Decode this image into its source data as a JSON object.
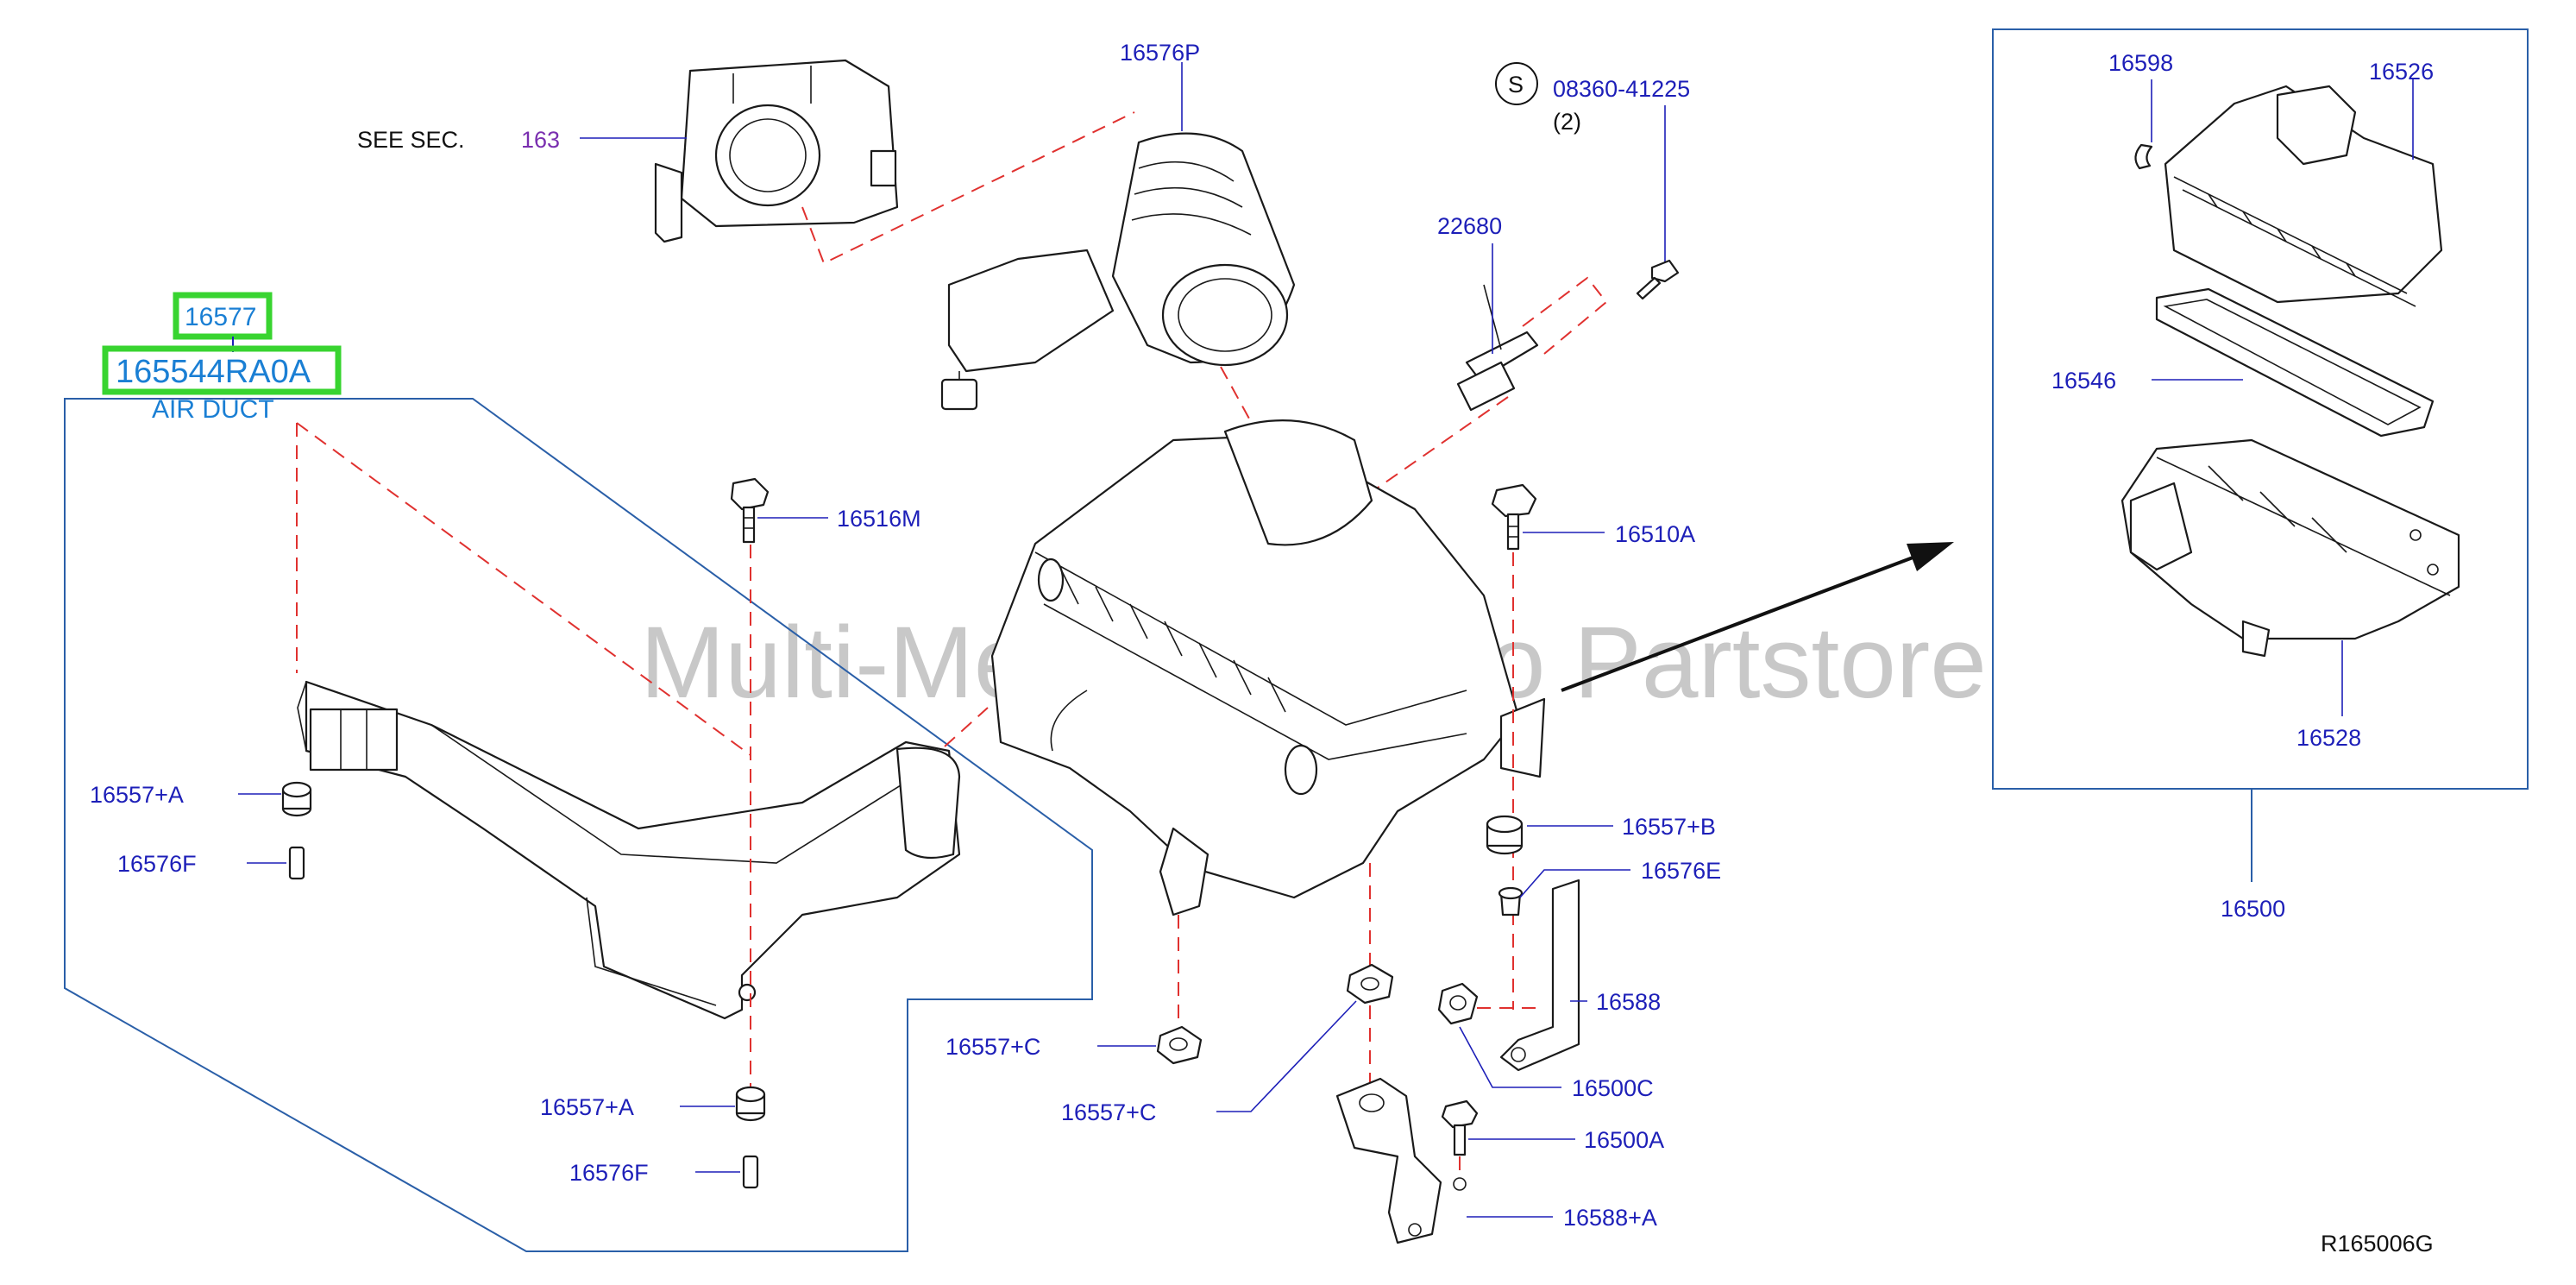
{
  "colors": {
    "label": "#1d1fb8",
    "highlight_box": "#38d430",
    "highlight_text": "#1a7fd4",
    "dashed_line": "#e0312f",
    "frame": "#2a5fa8",
    "watermark": "#9a9a9a"
  },
  "watermark": "Multi-Merchant Auto Partstore",
  "diagram_code": "R165006G",
  "see_section": {
    "prefix": "SEE   SEC.",
    "number": "163"
  },
  "highlight": {
    "part_number": "16577",
    "oem_number": "165544RA0A",
    "description": "AIR DUCT"
  },
  "service_symbol": "S",
  "bolt_qty": "(2)",
  "labels": {
    "l16576P": "16576P",
    "l08360": "08360-41225",
    "l22680": "22680",
    "l16516M": "16516M",
    "l16510A": "16510A",
    "l16557A_top": "16557+A",
    "l16576F_top": "16576F",
    "l16557B": "16557+B",
    "l16576E": "16576E",
    "l16588": "16588",
    "l16500C": "16500C",
    "l16557C_1": "16557+C",
    "l16557C_2": "16557+C",
    "l16557A_bot": "16557+A",
    "l16576F_bot": "16576F",
    "l16500A": "16500A",
    "l16588A": "16588+A",
    "l16598": "16598",
    "l16526": "16526",
    "l16546": "16546",
    "l16528": "16528",
    "l16500": "16500"
  }
}
